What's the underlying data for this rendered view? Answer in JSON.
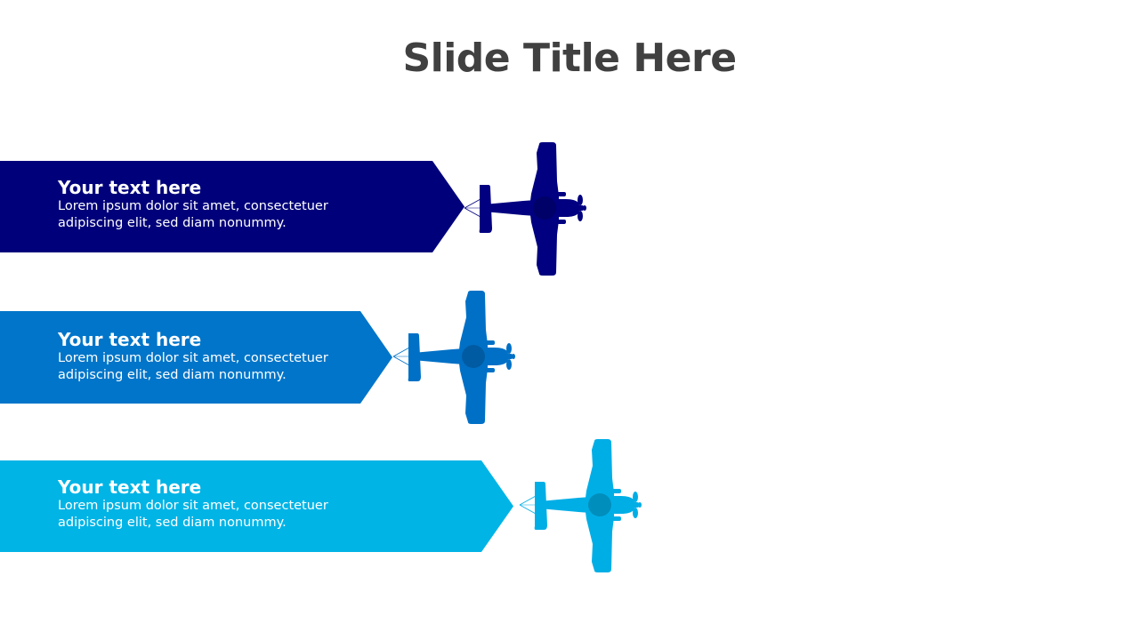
{
  "slide": {
    "title": "Slide Title Here"
  },
  "items": [
    {
      "heading": "Your text here",
      "body": "Lorem ipsum dolor sit amet, consectetuer adipiscing elit, sed diam nonummy.",
      "color": "#00007A",
      "plane_color": "#000080"
    },
    {
      "heading": "Your text here",
      "body": "Lorem ipsum dolor sit amet, consectetuer adipiscing elit, sed diam nonummy.",
      "color": "#0075C9",
      "plane_color": "#0070C6"
    },
    {
      "heading": "Your text here",
      "body": "Lorem ipsum dolor sit amet, consectetuer adipiscing elit, sed diam nonummy.",
      "color": "#00B4E6",
      "plane_color": "#00AEE6"
    }
  ],
  "icons": [
    "airplane-icon"
  ]
}
